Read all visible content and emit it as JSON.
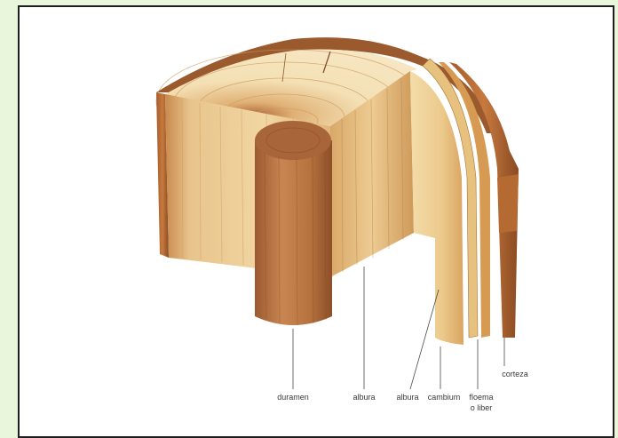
{
  "diagram": {
    "labels": {
      "duramen": "duramen",
      "albura": "albura",
      "albura_secondary": "albura",
      "cambium": "cambium",
      "floema_line1": "floema",
      "floema_line2": "o liber",
      "corteza": "corteza"
    },
    "colors": {
      "background": "#e9f6dc",
      "panel": "#ffffff",
      "frame": "#1e1e1e",
      "wood_light": "#f1d9a6",
      "wood_mid": "#dcaa68",
      "heartwood": "#b8703f",
      "bark": "#8a4a22"
    }
  }
}
